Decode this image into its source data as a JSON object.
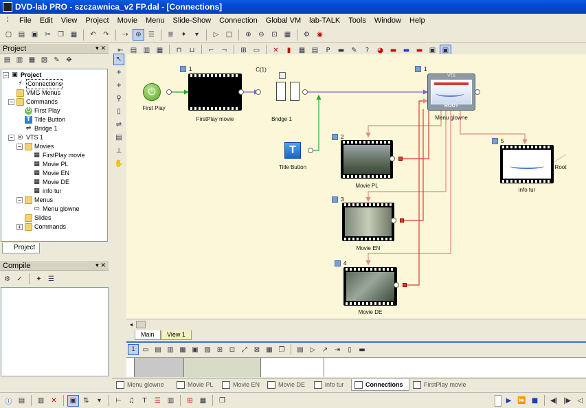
{
  "window": {
    "title": "DVD-lab PRO - szczawnica_v2 FP.dal - [Connections]"
  },
  "menu": [
    "File",
    "Edit",
    "View",
    "Project",
    "Movie",
    "Menu",
    "Slide-Show",
    "Connection",
    "Global VM",
    "lab-TALK",
    "Tools",
    "Window",
    "Help"
  ],
  "project_panel": {
    "title": "Project",
    "tab": "Project",
    "tree": [
      {
        "label": "Project",
        "bold": true
      },
      {
        "label": "Connections"
      },
      {
        "label": "VMG Menus"
      },
      {
        "label": "Commands"
      },
      {
        "label": "First Play"
      },
      {
        "label": "Title Button"
      },
      {
        "label": "Bridge 1"
      },
      {
        "label": "VTS 1"
      },
      {
        "label": "Movies"
      },
      {
        "label": "FirstPlay movie"
      },
      {
        "label": "Movie PL"
      },
      {
        "label": "Movie EN"
      },
      {
        "label": "Movie DE"
      },
      {
        "label": "info tur"
      },
      {
        "label": "Menus"
      },
      {
        "label": "Menu glowne"
      },
      {
        "label": "Slides"
      },
      {
        "label": "Commands"
      }
    ]
  },
  "compile_panel": {
    "title": "Compile"
  },
  "canvas": {
    "first_play": "First Play",
    "firstplay_movie": {
      "label": "FirstPlay movie",
      "num": "1"
    },
    "bridge": {
      "label": "Bridge 1",
      "tag": "C(1)"
    },
    "title_button": {
      "label": "Title Button",
      "glyph": "T"
    },
    "menu": {
      "label": "Menu glowne",
      "num": "1",
      "top": "VTS",
      "root": "ROOT"
    },
    "movie_pl": {
      "label": "Movie PL",
      "num": "2"
    },
    "movie_en": {
      "label": "Movie EN",
      "num": "3"
    },
    "movie_de": {
      "label": "Movie DE",
      "num": "4"
    },
    "info_tur": {
      "label": "info tur",
      "num": "5",
      "root": "Root"
    }
  },
  "view_tabs": [
    "Main",
    "View 1"
  ],
  "strip_first": "1",
  "doc_tabs": [
    "Menu glowne",
    "Movie PL",
    "Movie EN",
    "Movie DE",
    "info tur",
    "Connections",
    "FirstPlay movie"
  ],
  "colors": {
    "accent": "#3f6dd0",
    "canvas": "#fbf7d8",
    "link_green": "#2aa82a",
    "link_purple": "#8a5fd0",
    "link_red": "#e38a80"
  }
}
